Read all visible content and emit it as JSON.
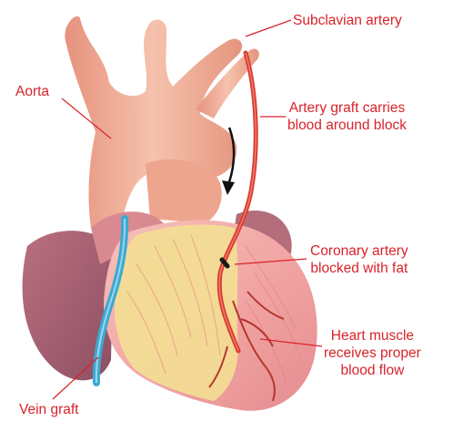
{
  "labels": {
    "aorta": "Aorta",
    "subclavian": "Subclavian artery",
    "artery_graft_line1": "Artery graft carries",
    "artery_graft_line2": "blood around block",
    "coronary_line1": "Coronary artery",
    "coronary_line2": "blocked with fat",
    "muscle_line1": "Heart muscle",
    "muscle_line2": "receives proper",
    "muscle_line3": "blood flow",
    "vein_graft": "Vein graft"
  },
  "colors": {
    "label_text": "#d8232a",
    "leader_line": "#d8232a",
    "vessel": "#f2b29a",
    "muscle": "#f3a9a6",
    "fat": "#f4e59a",
    "vein_graft": "#3ba9d3",
    "artery_graft": "#d93b2f",
    "arrow": "#111111"
  }
}
